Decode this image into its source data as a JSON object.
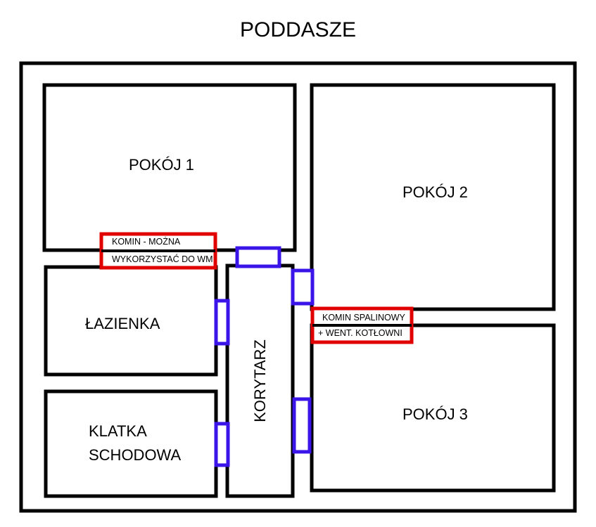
{
  "title": "PODDASZE",
  "rooms": {
    "pokoj1": "POKÓJ 1",
    "pokoj2": "POKÓJ 2",
    "pokoj3": "POKÓJ 3",
    "lazienka": "ŁAZIENKA",
    "klatka_line1": "KLATKA",
    "klatka_line2": "SCHODOWA",
    "korytarz": "KORYTARZ"
  },
  "annotations": {
    "komin1_line1": "KOMIN - MOŻNA",
    "komin1_line2": "WYKORZYSTAĆ DO WM",
    "komin2_line1": "KOMIN SPALINOWY",
    "komin2_line2": "+ WENT. KOTŁOWNI"
  },
  "colors": {
    "wall": "#000000",
    "chimney": "#e00000",
    "door": "#3a14e8"
  }
}
